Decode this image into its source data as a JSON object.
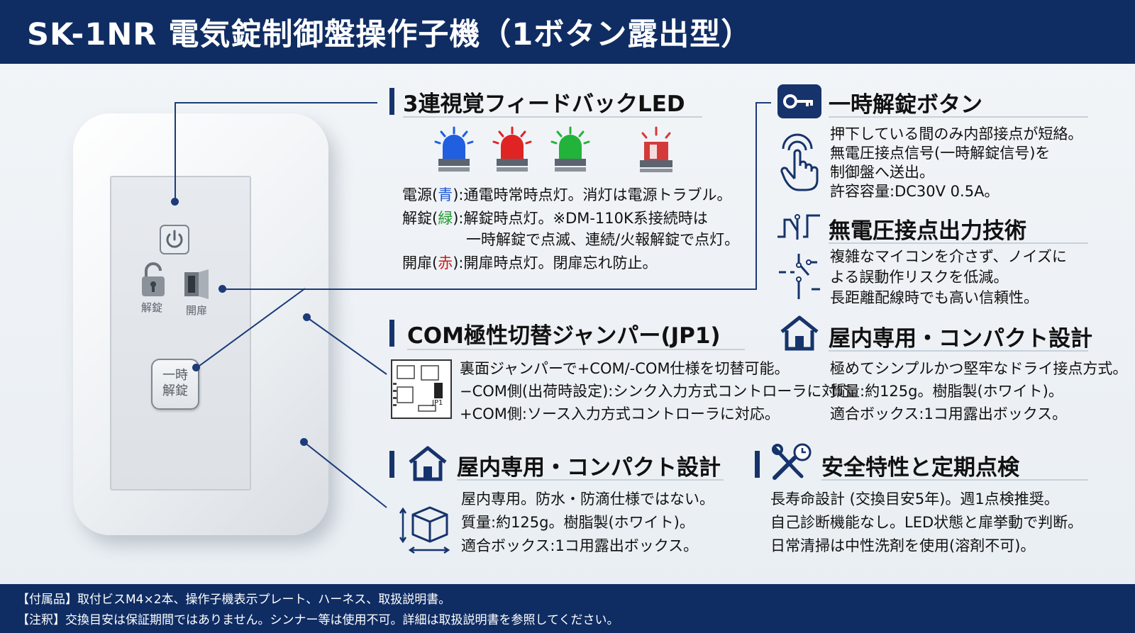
{
  "header": {
    "title": "SK-1NR  電気錠制御盤操作子機（1ボタン露出型）"
  },
  "device": {
    "unlock_label": "解錠",
    "door_label": "開扉",
    "button_line1": "一時",
    "button_line2": "解錠"
  },
  "led": {
    "title": "3連視覚フィードバックLED",
    "lamp_colors": [
      "#1f5fe0",
      "#e02424",
      "#22b33a",
      "#d43a3a"
    ],
    "power": {
      "prefix": "電源(",
      "color": "青",
      "suffix": "):通電時常時点灯。消灯は電源トラブル。"
    },
    "unlock": {
      "prefix": "解錠(",
      "color": "緑",
      "suffix": "):解錠時点灯。※DM-110K系接続時は"
    },
    "unlock_cont": "一時解錠で点滅、連続/火報解錠で点灯。",
    "door": {
      "prefix": "開扉(",
      "color": "赤",
      "suffix": "):開扉時点灯。閉扉忘れ防止。"
    }
  },
  "temp_unlock": {
    "title": "一時解錠ボタン",
    "lines": [
      "押下している間のみ内部接点が短絡。",
      "無電圧接点信号(一時解錠信号)を",
      "制御盤へ送出。",
      "許容容量:DC30V 0.5A。"
    ]
  },
  "dry_contact": {
    "title": "無電圧接点出力技術",
    "lines": [
      "複雑なマイコンを介さず、ノイズに",
      "よる誤動作リスクを低減。",
      "長距離配線時でも高い信頼性。"
    ]
  },
  "jumper": {
    "title": "COM極性切替ジャンパー(JP1)",
    "lines": [
      "裏面ジャンパーで+COM/-COM仕様を切替可能。",
      "−COM側(出荷時設定):シンク入力方式コントローラに対応。",
      "+COM側:ソース入力方式コントローラに対応。"
    ],
    "board_label": "JP1"
  },
  "indoor_right": {
    "title": "屋内専用・コンパクト設計",
    "lines": [
      "極めてシンプルかつ堅牢なドライ接点方式。",
      "質量:約125g。樹脂製(ホワイト)。",
      "適合ボックス:1コ用露出ボックス。"
    ]
  },
  "indoor_left": {
    "title": "屋内専用・コンパクト設計",
    "lines": [
      "屋内専用。防水・防滴仕様ではない。",
      "質量:約125g。樹脂製(ホワイト)。",
      "適合ボックス:1コ用露出ボックス。"
    ]
  },
  "safety": {
    "title": "安全特性と定期点検",
    "lines": [
      "長寿命設計 (交換目安5年)。週1点検推奨。",
      "自己診断機能なし。LED状態と扉挙動で判断。",
      "日常清掃は中性洗剤を使用(溶剤不可)。"
    ]
  },
  "footer": {
    "line1": "【付属品】取付ビスM4×2本、操作子機表示プレート、ハーネス、取扱説明書。",
    "line2": "【注釈】交換目安は保証期間ではありません。シンナー等は使用不可。詳細は取扱説明書を参照してください。"
  },
  "colors": {
    "navy": "#0f2d63",
    "accent": "#16336b"
  }
}
